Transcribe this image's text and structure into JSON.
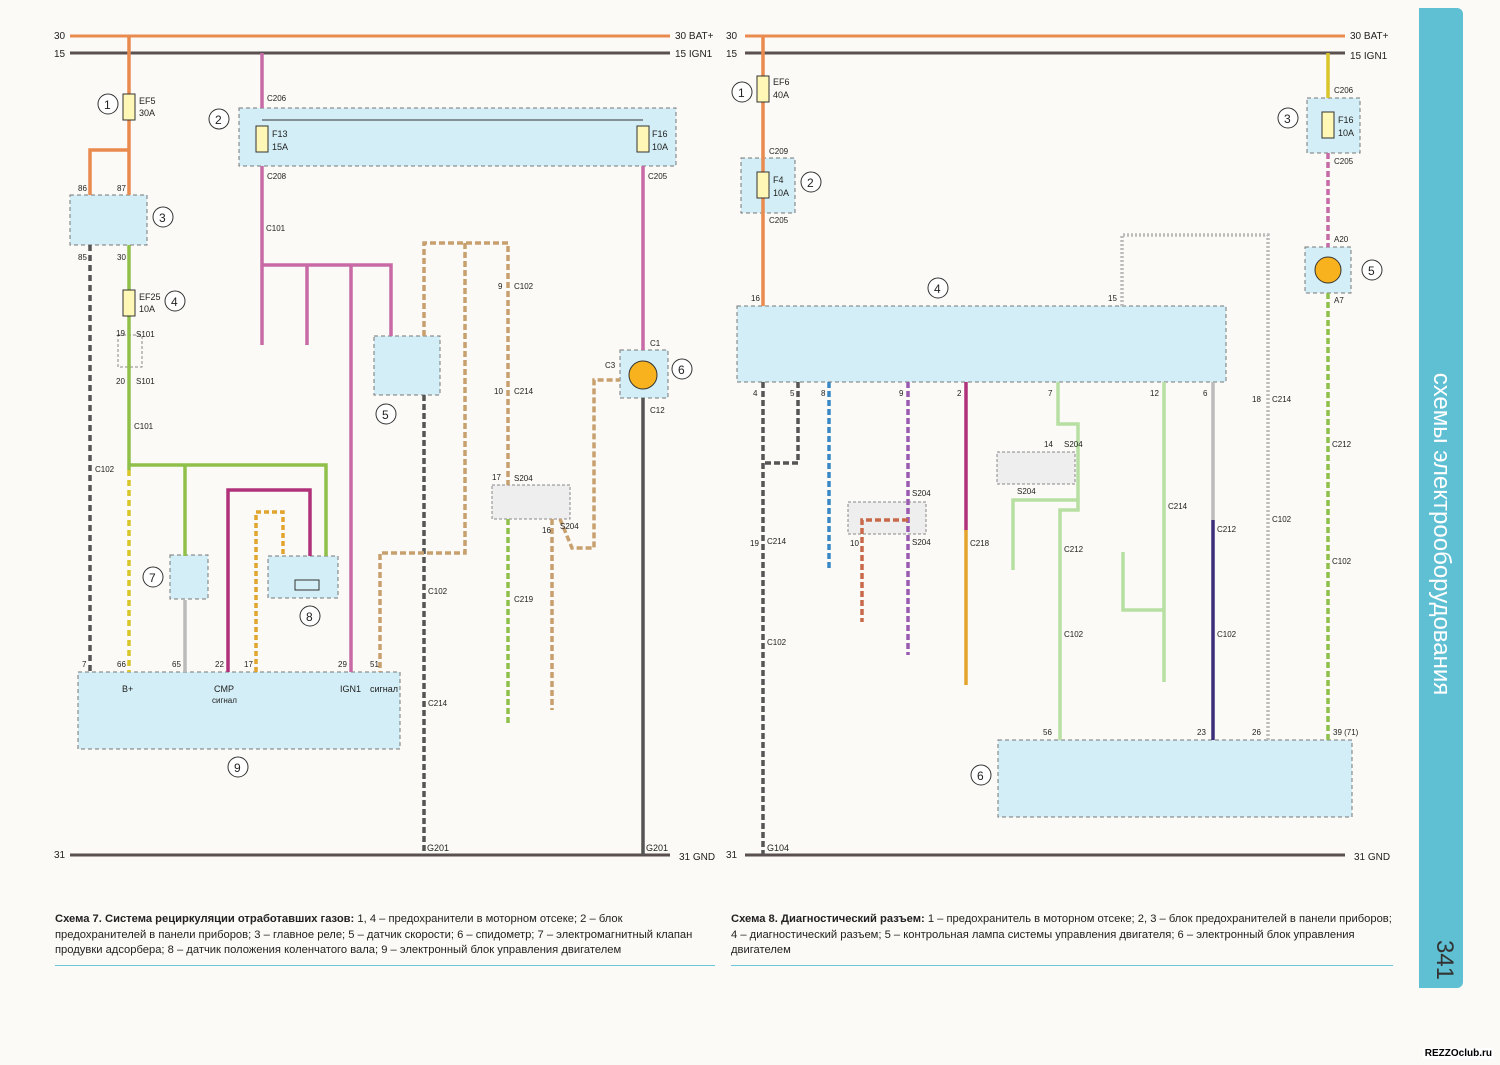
{
  "rails": {
    "bat": "30",
    "bat_right": "30  BAT+",
    "ign": "15",
    "ign_right": "15  IGN1",
    "gnd": "31",
    "gnd_right": "31  GND"
  },
  "scheme7": {
    "caption_title": "Схема 7. Система рециркуляции отработавших газов:",
    "caption_text": " 1, 4 – предохранители в моторном отсеке; 2 – блок предохранителей в панели приборов; 3 – главное реле; 5 – датчик скорости; 6 – спидометр; 7 – электромагнитный клапан продувки адсорбера; 8 – датчик положения коленчатого вала; 9 – электронный блок управления двигателем",
    "callouts": [
      "1",
      "2",
      "3",
      "4",
      "5",
      "6",
      "7",
      "8",
      "9"
    ],
    "fuses": {
      "ef5": [
        "EF5",
        "30A"
      ],
      "f13": [
        "F13",
        "15A"
      ],
      "f16": [
        "F16",
        "10A"
      ],
      "ef25": [
        "EF25",
        "10A"
      ]
    },
    "labels": {
      "c206": "C206",
      "c208": "C208",
      "c205": "C205",
      "c101": "C101",
      "c102": "C102",
      "c214": "C214",
      "s204": "S204",
      "c219": "C219",
      "s101": "S101",
      "g201": "G201",
      "c1": "C1",
      "c3": "C3",
      "c12": "C12",
      "n1": "1",
      "n2": "2",
      "n3": "3",
      "n4": "4",
      "n5": "5",
      "n7": "7",
      "n8": "8",
      "n9": "9",
      "n10": "10",
      "n16": "16",
      "n17": "17",
      "n19": "19",
      "n20": "20",
      "r86": "86",
      "r87": "87",
      "r85": "85",
      "r30": "30"
    },
    "ecu_pins": [
      "7",
      "66",
      "65",
      "22",
      "17",
      "29",
      "51"
    ],
    "ecu_pin_labels": {
      "bplus": "B+",
      "cmp": "CMP",
      "cmp_sig": "сигнал",
      "ign1": "IGN1",
      "sig": "сигнал"
    }
  },
  "scheme8": {
    "caption_title": "Схема 8. Диагностический разъем:",
    "caption_text": " 1 – предохранитель в моторном отсеке; 2, 3 – блок предохранителей в панели приборов; 4 – диагностический разъем; 5 – контрольная лампа системы управления двигателя; 6 – электронный блок управления двигателем",
    "callouts": [
      "1",
      "2",
      "3",
      "4",
      "5",
      "6"
    ],
    "fuses": {
      "ef6": [
        "EF6",
        "40A"
      ],
      "f4": [
        "F4",
        "10A"
      ],
      "f16": [
        "F16",
        "10A"
      ]
    },
    "labels": {
      "c209": "C209",
      "c205": "C205",
      "c206": "C206",
      "a20": "A20",
      "a7": "A7",
      "c214": "C214",
      "c212": "C212",
      "c102": "C102",
      "s204": "S204",
      "c218": "C218",
      "g104": "G104",
      "n1": "1",
      "n2": "2",
      "n3": "3",
      "n4": "4",
      "n5": "5",
      "n6": "6",
      "n7": "7",
      "n8": "8",
      "n9": "9",
      "n10": "10",
      "n12": "12",
      "n14": "14",
      "n15": "15",
      "n16": "16",
      "n18": "18",
      "n19": "19"
    },
    "pcm_pins": [
      "56",
      "23",
      "26",
      "39 (71)"
    ]
  },
  "side_tab": {
    "title": "схемы электрооборудования",
    "page": "341"
  },
  "watermark": "REZZOclub.ru",
  "colors": {
    "bat": "#e98a4f",
    "ign": "#5a5050",
    "panel": "#d3eef6",
    "accent": "#5fbfd3"
  }
}
